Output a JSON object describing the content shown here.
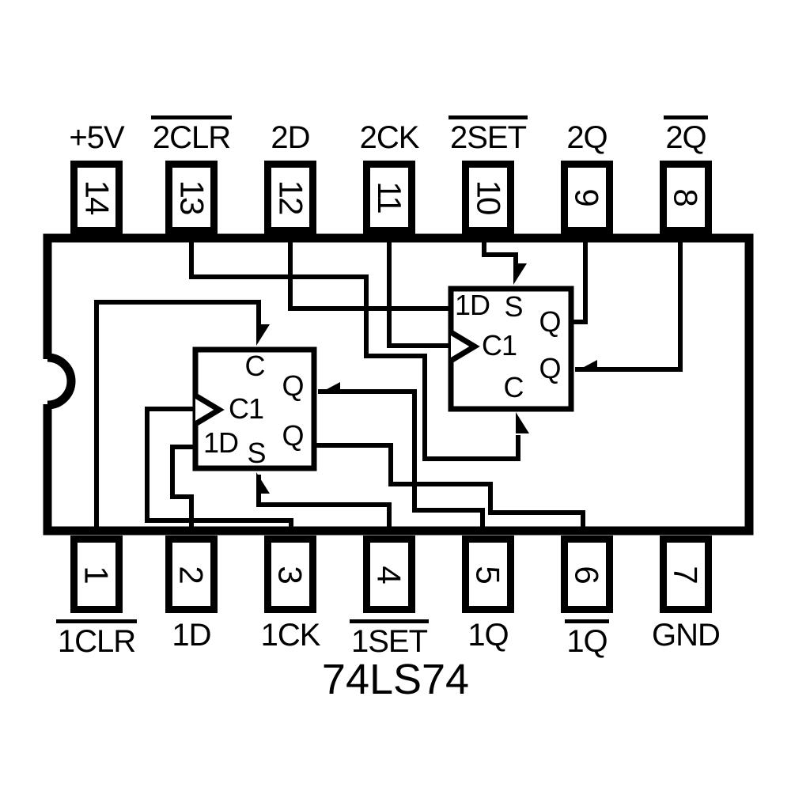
{
  "title": "74LS74",
  "colors": {
    "ink": "#000000",
    "background": "#ffffff"
  },
  "top_pins": [
    {
      "number": "14",
      "label": "+5V",
      "overline": false
    },
    {
      "number": "13",
      "label": "2CLR",
      "overline": true
    },
    {
      "number": "12",
      "label": "2D",
      "overline": false
    },
    {
      "number": "11",
      "label": "2CK",
      "overline": false
    },
    {
      "number": "10",
      "label": "2SET",
      "overline": true
    },
    {
      "number": "9",
      "label": "2Q",
      "overline": false
    },
    {
      "number": "8",
      "label": "2Q",
      "overline": true
    }
  ],
  "bottom_pins": [
    {
      "number": "1",
      "label": "1CLR",
      "overline": true
    },
    {
      "number": "2",
      "label": "1D",
      "overline": false
    },
    {
      "number": "3",
      "label": "1CK",
      "overline": false
    },
    {
      "number": "4",
      "label": "1SET",
      "overline": true
    },
    {
      "number": "5",
      "label": "1Q",
      "overline": false
    },
    {
      "number": "6",
      "label": "1Q",
      "overline": true
    },
    {
      "number": "7",
      "label": "GND",
      "overline": false
    }
  ],
  "flip_flops": [
    {
      "name": "FF1",
      "top_label": "C",
      "clock_label": "C1",
      "data_label": "1D",
      "bottom_label": "S",
      "q_upper_label": "Q",
      "q_lower_label": "Q"
    },
    {
      "name": "FF2",
      "top_label": "S",
      "clock_label": "C1",
      "data_label": "1D",
      "bottom_label": "C",
      "q_upper_label": "Q",
      "q_lower_label": "Q"
    }
  ]
}
